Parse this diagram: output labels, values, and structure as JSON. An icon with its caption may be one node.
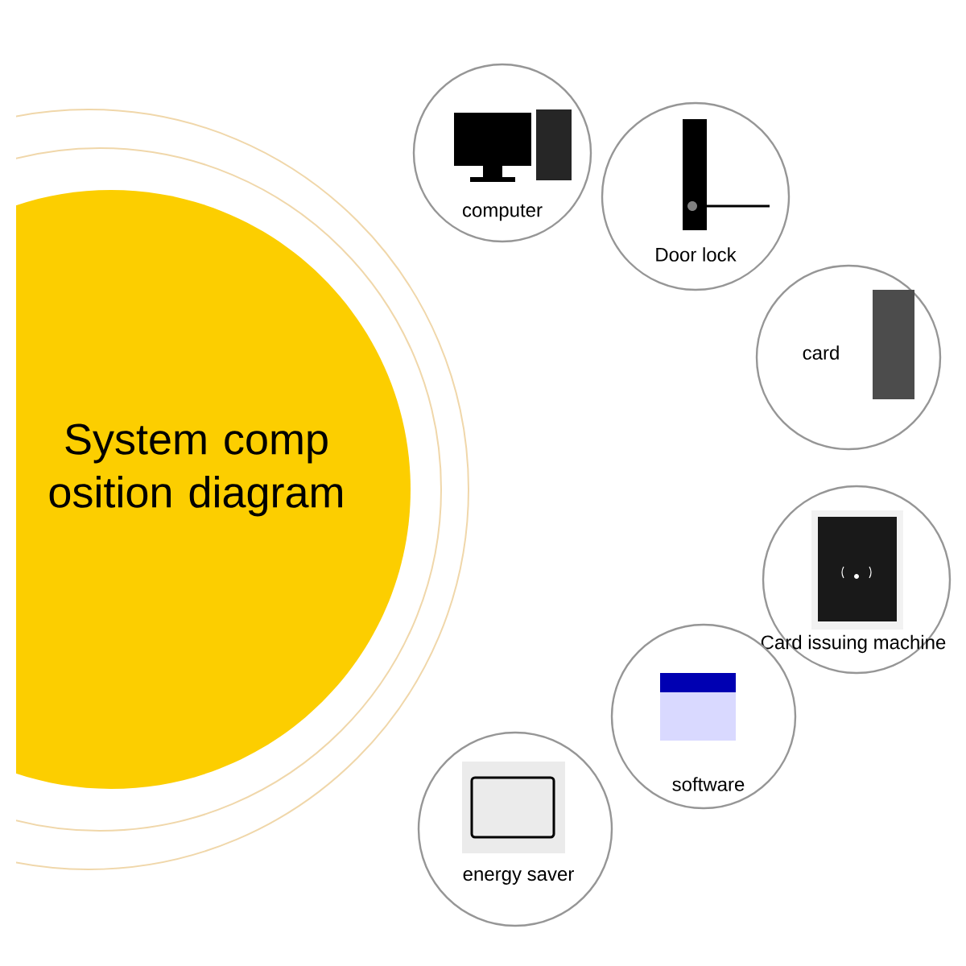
{
  "diagram": {
    "nodes": [
      {
        "text": [
          "System comp osition diagram"
        ]
      },
      {
        "text": [
          "computer"
        ]
      },
      {
        "text": [
          "Door lock"
        ]
      },
      {
        "text": [
          "card"
        ]
      },
      {
        "text": [
          "Card issuing machine"
        ]
      },
      {
        "text": [
          "software"
        ]
      },
      {
        "text": [
          "energy saver"
        ]
      }
    ],
    "edges": []
  }
}
